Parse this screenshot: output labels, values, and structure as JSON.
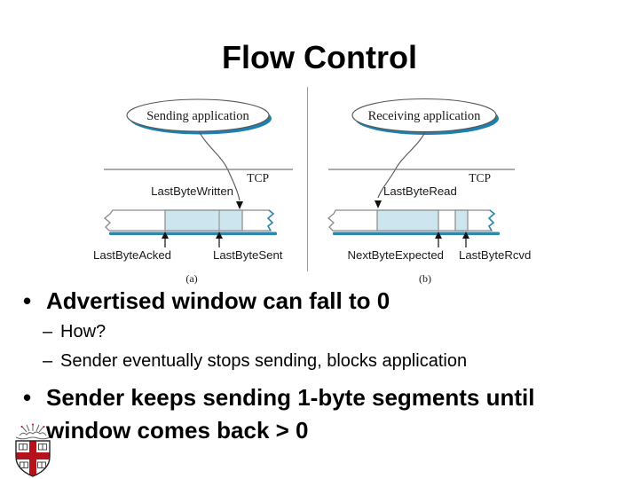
{
  "slide": {
    "title": "Flow Control",
    "background": "#ffffff"
  },
  "diagram": {
    "accent_color": "#2e87ad",
    "buffer_fill_color": "#cde5ef",
    "outline_color": "#8a8a8a",
    "panel_a": {
      "application": "Sending application",
      "layer": "TCP",
      "top_pointer": "LastByteWritten",
      "bottom_left_pointer": "LastByteAcked",
      "bottom_right_pointer": "LastByteSent",
      "caption": "(a)"
    },
    "panel_b": {
      "application": "Receiving application",
      "layer": "TCP",
      "top_pointer": "LastByteRead",
      "bottom_left_pointer": "NextByteExpected",
      "bottom_right_pointer": "LastByteRcvd",
      "caption": "(b)"
    }
  },
  "bullets": {
    "item1": {
      "marker": "•",
      "text": "Advertised window can fall to 0"
    },
    "sub1": {
      "marker": "–",
      "text": "How?"
    },
    "sub2": {
      "marker": "–",
      "text": "Sender eventually stops sending, blocks application"
    },
    "item2": {
      "marker": "•",
      "text": "Sender keeps sending 1-byte segments until window comes back > 0"
    }
  },
  "logo": {
    "name": "Brown University crest",
    "red": "#b5121b"
  }
}
